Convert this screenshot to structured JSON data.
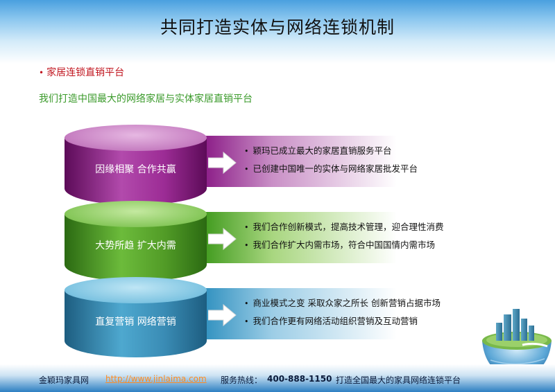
{
  "title": "共同打造实体与网络连锁机制",
  "section": {
    "bullet": "•",
    "label": "家居连锁直销平台"
  },
  "subtitle": "我们打造中国最大的网络家居与实体家居直销平台",
  "rows": [
    {
      "label": "因缘相聚 合作共赢",
      "color": "#9c2c95",
      "points": [
        "颖玛已成立最大的家居直销服务平台",
        "已创建中国唯一的实体与网络家居批发平台"
      ]
    },
    {
      "label": "大势所趋 扩大内需",
      "color": "#529c27",
      "points": [
        "我们合作创新模式，提高技术管理，迎合理性消费",
        "我们合作扩大内需市场，符合中国国情内需市场"
      ]
    },
    {
      "label": "直复营销 网络营销",
      "color": "#3a8cb5",
      "points": [
        "商业模式之变 采取众家之所长 创新营销占据市场",
        "我们合作更有网络活动组织营销及互动营销"
      ]
    }
  ],
  "footer": {
    "company": "金颖玛家具网",
    "url": "http://www.jinlaima.com",
    "hotline_label": "服务热线：",
    "hotline": "400-888-1150",
    "slogan": "打造全国最大的家具网络连锁平台"
  },
  "icons": {
    "arrow": "arrow-right-icon",
    "globe": "globe-city-icon"
  }
}
